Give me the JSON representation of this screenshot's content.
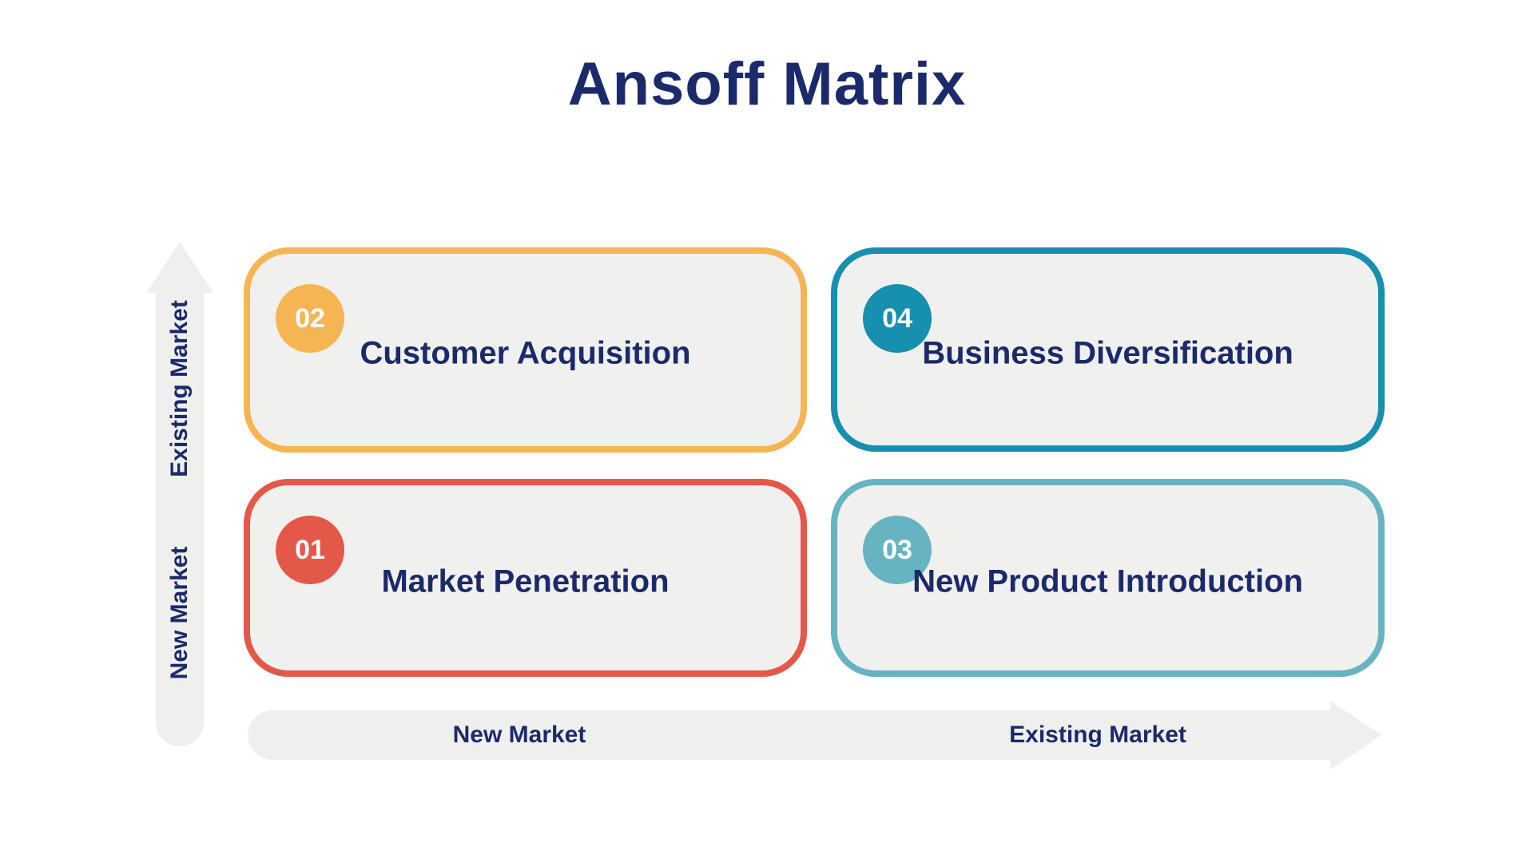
{
  "title": "Ansoff Matrix",
  "colors": {
    "title_text": "#1B2A6B",
    "card_text": "#1B2A6B",
    "card_background": "#F0F0EE",
    "axis_background": "#EFEFED",
    "axis_text": "#1B2A6B",
    "badge_text": "#FFFFFF"
  },
  "matrix": {
    "top_left": {
      "number": "02",
      "title": "Customer Acquisition",
      "accent": "#F5B553"
    },
    "top_right": {
      "number": "04",
      "title": "Business Diversification",
      "accent": "#178FAF"
    },
    "bottom_left": {
      "number": "01",
      "title": "Market Penetration",
      "accent": "#E4584A"
    },
    "bottom_right": {
      "number": "03",
      "title": "New Product Introduction",
      "accent": "#66B4C2"
    }
  },
  "y_axis": {
    "upper_label": "Existing Market",
    "lower_label": "New Market"
  },
  "x_axis": {
    "left_label": "New Market",
    "right_label": "Existing Market"
  }
}
